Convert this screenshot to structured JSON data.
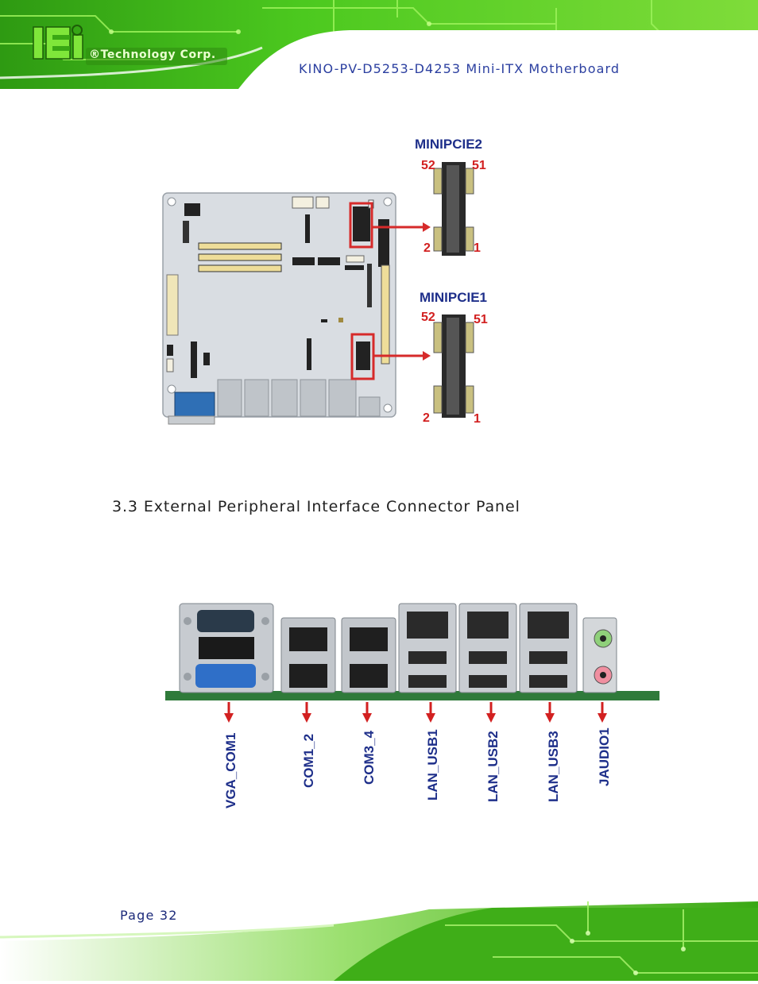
{
  "header": {
    "brand_text": "®Technology Corp.",
    "doc_title": "KINO-PV-D5253-D4253 Mini-ITX Motherboard",
    "colors": {
      "pcb_green": "#3fbf1a",
      "title_blue": "#2b3fa0"
    }
  },
  "figure_minipcie": {
    "minipcie2": {
      "label": "MINIPCIE2",
      "pin_top_left": "52",
      "pin_top_right": "51",
      "pin_bottom_left": "2",
      "pin_bottom_right": "1"
    },
    "minipcie1": {
      "label": "MINIPCIE1",
      "pin_top_left": "52",
      "pin_top_right": "51",
      "pin_bottom_left": "2",
      "pin_bottom_right": "1"
    },
    "colors": {
      "label_blue": "#1e2f8a",
      "pin_red": "#d22020",
      "highlight_red": "#d62a2a"
    }
  },
  "section": {
    "title": "3.3 External Peripheral Interface Connector Panel"
  },
  "figure_panel": {
    "labels": [
      "VGA_COM1",
      "COM1_2",
      "COM3_4",
      "LAN_USB1",
      "LAN_USB2",
      "LAN_USB3",
      "JAUDIO1"
    ],
    "colors": {
      "label_blue": "#1e2f8a",
      "arrow_red": "#d22020"
    }
  },
  "footer": {
    "page": "Page 32"
  }
}
